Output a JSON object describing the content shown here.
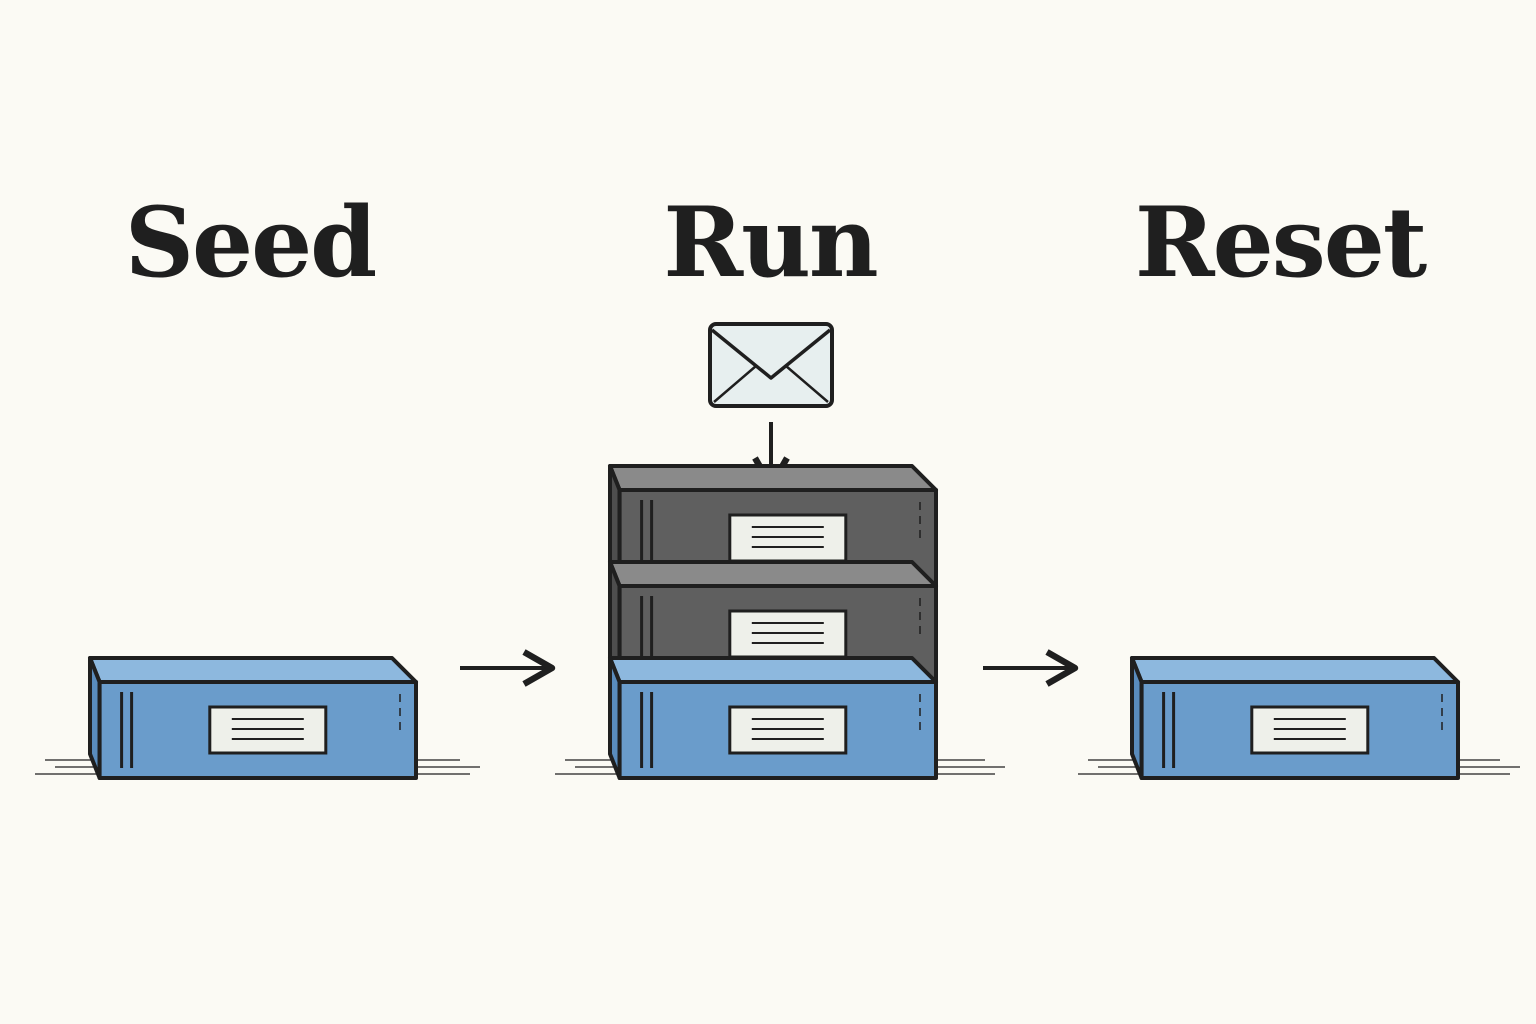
{
  "stages": [
    {
      "label": "Seed",
      "layers": [
        "blue"
      ]
    },
    {
      "label": "Run",
      "layers": [
        "blue",
        "gray",
        "gray"
      ],
      "incoming": "mail-envelope-icon"
    },
    {
      "label": "Reset",
      "layers": [
        "blue"
      ]
    }
  ],
  "colors": {
    "background": "#fbfaf4",
    "ink": "#1f1f1f",
    "blue_front": "#6a9ccb",
    "blue_top": "#8db8de",
    "gray_front": "#5f5f5f",
    "gray_top": "#8a8a8a",
    "label_fill": "#eef0ea",
    "envelope_fill": "#e7efef"
  }
}
